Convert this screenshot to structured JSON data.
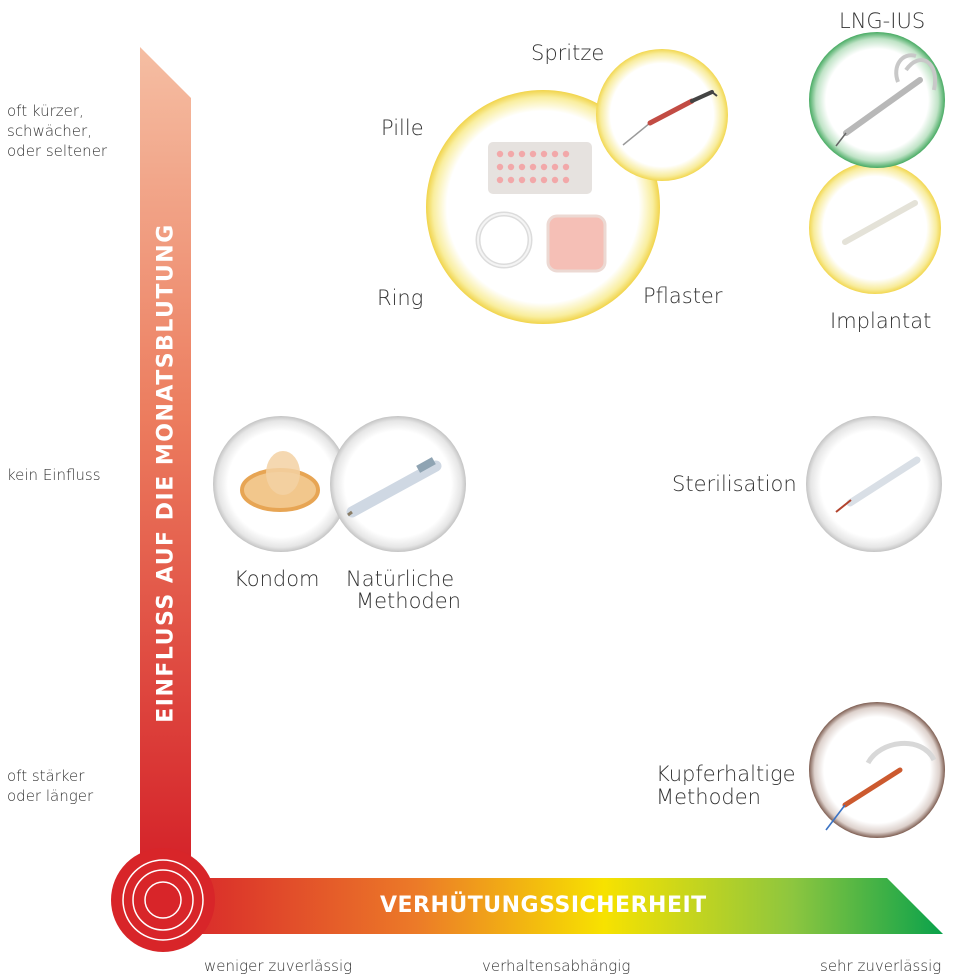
{
  "y_axis": {
    "title": "EINFLUSS AUF DIE MONATSBLUTUNG",
    "levels": [
      {
        "label": "oft kürzer, schwächer, oder seltener"
      },
      {
        "label": "kein Einfluss"
      },
      {
        "label": "oft stärker oder länger"
      }
    ]
  },
  "x_axis": {
    "title": "VERHÜTUNGSSICHERHEIT",
    "levels": [
      {
        "label": "weniger zuverlässig"
      },
      {
        "label": "verhaltensabhängig"
      },
      {
        "label": "sehr zuverlässig"
      }
    ]
  },
  "methods": {
    "pille": {
      "label": "Pille"
    },
    "spritze": {
      "label": "Spritze"
    },
    "ring": {
      "label": "Ring"
    },
    "pflaster": {
      "label": "Pflaster"
    },
    "lng_ius": {
      "label": "LNG-IUS"
    },
    "implantat": {
      "label": "Implantat"
    },
    "kondom": {
      "label": "Kondom"
    },
    "natuerliche": {
      "label_line1": "Natürliche",
      "label_line2": "Methoden"
    },
    "sterilisation": {
      "label": "Sterilisation"
    },
    "kupfer": {
      "label_line1": "Kupferhaltige",
      "label_line2": "Methoden"
    }
  },
  "colors": {
    "axis_red": "#d8262b",
    "axis_orange": "#e8662a",
    "axis_yellow": "#f5e600",
    "axis_green": "#0fa24a",
    "axis_peach": "#f4b79a",
    "circle_yellow": "#f3dc55",
    "circle_green": "#4fae6a",
    "circle_grey": "#cfcfcf",
    "circle_brown": "#8c6a5c"
  }
}
